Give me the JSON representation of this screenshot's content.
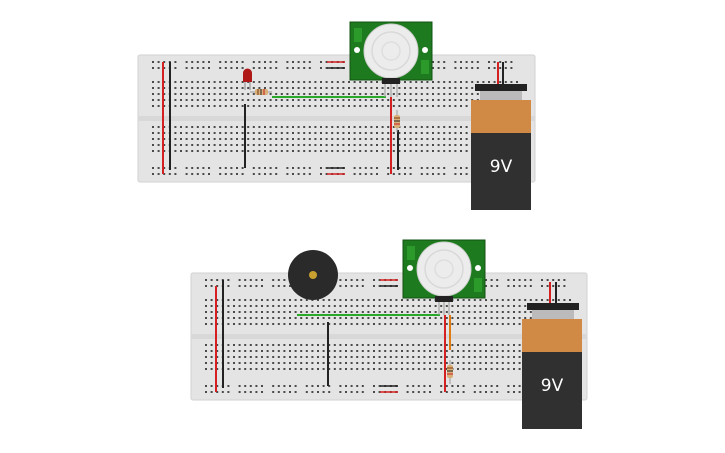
{
  "circuits": [
    {
      "id": "led-circuit",
      "indicator": "led",
      "indicator_color": "#b01818",
      "battery_label": "9V"
    },
    {
      "id": "buzzer-circuit",
      "indicator": "buzzer",
      "indicator_color": "#c8a030",
      "battery_label": "9V"
    }
  ],
  "colors": {
    "breadboard": "#e4e4e4",
    "pir_board": "#1e7a1e",
    "battery_top": "#d08a45",
    "battery_body": "#303030",
    "wire_red": "#d42020",
    "wire_black": "#222222",
    "wire_green": "#2aa82a"
  }
}
